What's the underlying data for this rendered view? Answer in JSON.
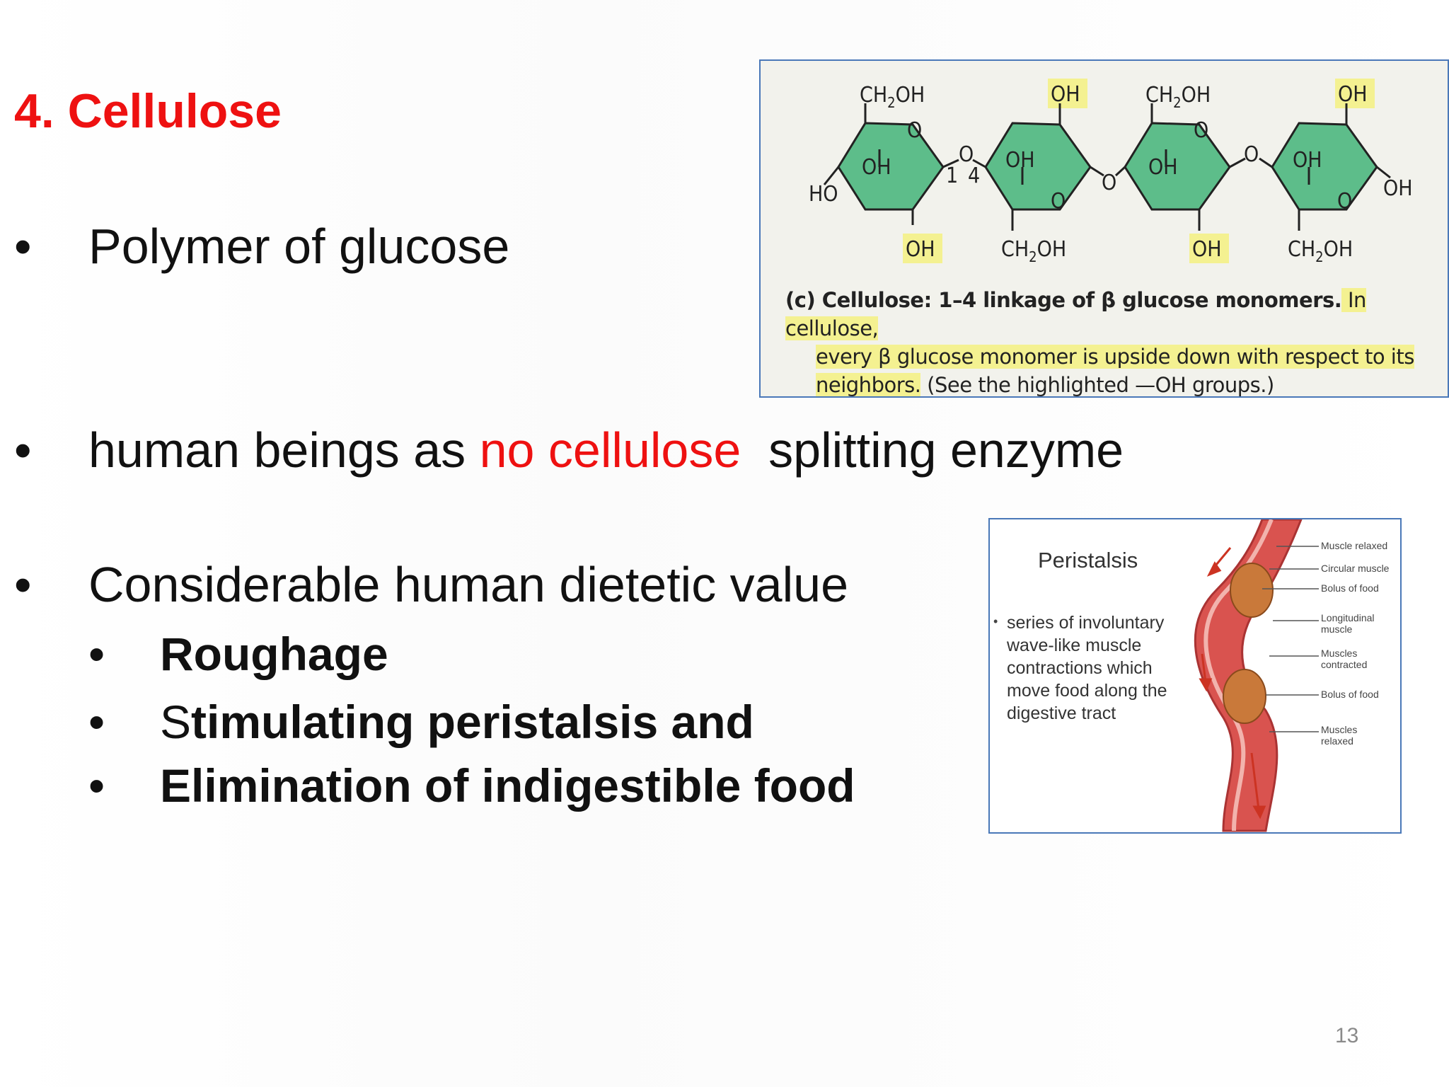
{
  "slide": {
    "title": "4. Cellulose",
    "bullets": {
      "b1": "Polymer of glucose",
      "b2_a": "human beings as ",
      "b2_red": "no cellulose",
      "b2_b": "  splitting enzyme",
      "b3": "Considerable human dietetic value",
      "sub1": "Roughage",
      "sub2_first": "S",
      "sub2_rest": "timulating peristalsis and",
      "sub3": "Elimination of indigestible food"
    },
    "bullet_symbol": "•",
    "page_number": "13"
  },
  "cellulose_figure": {
    "labels": {
      "ch2oh": "CH",
      "sub2": "2",
      "oh_suffix": "OH",
      "oh": "OH",
      "ring_o": "O",
      "ho": "HO",
      "link1": "1",
      "link4": "4"
    },
    "caption": {
      "label": "(c) ",
      "bold": "Cellulose: 1–4 linkage of β glucose monomers.",
      "hl1": " In cellulose,",
      "hl2": "every β glucose monomer is upside down with respect to its",
      "hl3": "neighbors.",
      "rest": " (See the highlighted —OH groups.)"
    },
    "colors": {
      "ring": "#5dbd8a",
      "highlight": "#f4f191",
      "frame": "#4a78b8"
    }
  },
  "peristalsis_figure": {
    "title": "Peristalsis",
    "bullet": "•",
    "description": "series of involuntary wave-like muscle contractions which move food along the digestive tract",
    "labels": {
      "l1": "Muscle relaxed",
      "l2": "Circular muscle",
      "l3": "Bolus of food",
      "l4a": "Longitudinal",
      "l4b": "muscle",
      "l5a": "Muscles",
      "l5b": "contracted",
      "l6": "Bolus of food",
      "l7a": "Muscles",
      "l7b": "relaxed"
    },
    "colors": {
      "tube": "#d9534f",
      "bolus": "#c9793a"
    }
  }
}
